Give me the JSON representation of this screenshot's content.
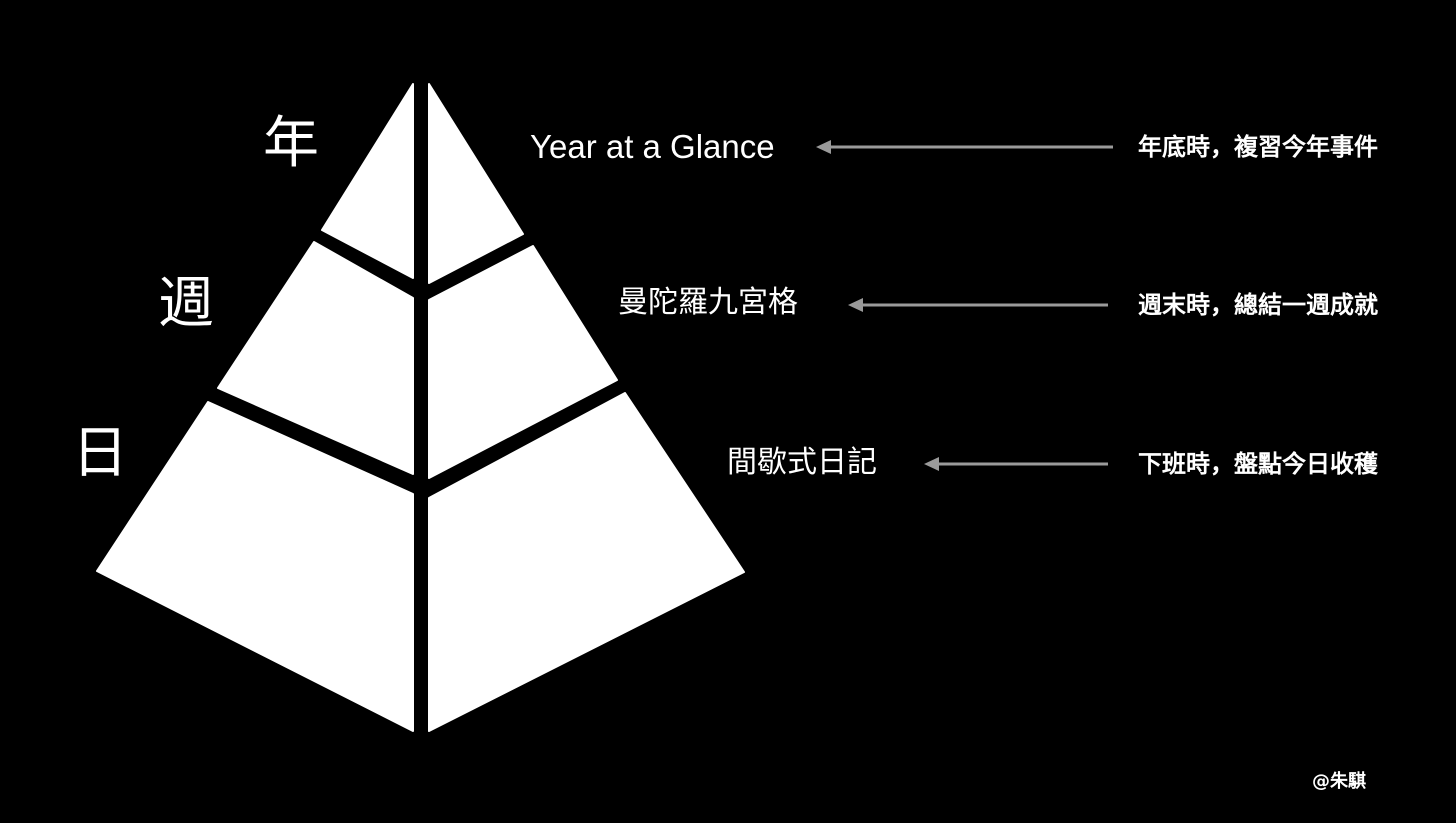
{
  "colors": {
    "background": "#000000",
    "pyramid_fill": "#ffffff",
    "text": "#ffffff",
    "arrow": "#9a9a9a"
  },
  "levels": [
    {
      "period": "年",
      "tool": "Year at a Glance",
      "description": "年底時，複習今年事件"
    },
    {
      "period": "週",
      "tool": "曼陀羅九宮格",
      "description": "週末時，總結一週成就"
    },
    {
      "period": "日",
      "tool": "間歇式日記",
      "description": "下班時，盤點今日收穫"
    }
  ],
  "credit": "@朱騏"
}
